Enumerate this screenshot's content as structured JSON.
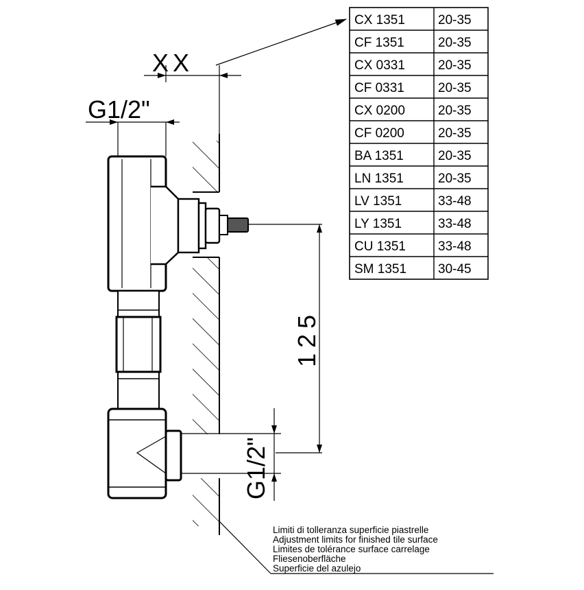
{
  "dimensions": {
    "top_thread": "G1/2\"",
    "xx": "XX",
    "height": "125",
    "bottom_thread": "G1/2\""
  },
  "table": {
    "rows": [
      {
        "model": "CX 1351",
        "range": "20-35"
      },
      {
        "model": "CF 1351",
        "range": "20-35"
      },
      {
        "model": "CX 0331",
        "range": "20-35"
      },
      {
        "model": "CF 0331",
        "range": "20-35"
      },
      {
        "model": "CX 0200",
        "range": "20-35"
      },
      {
        "model": "CF 0200",
        "range": "20-35"
      },
      {
        "model": "BA 1351",
        "range": "20-35"
      },
      {
        "model": "LN 1351",
        "range": "20-35"
      },
      {
        "model": "LV 1351",
        "range": "33-48"
      },
      {
        "model": "LY 1351",
        "range": "33-48"
      },
      {
        "model": "CU 1351",
        "range": "33-48"
      },
      {
        "model": "SM 1351",
        "range": "30-45"
      }
    ]
  },
  "note": {
    "lines": [
      "Limiti di tolleranza superficie piastrelle",
      "Adjustment limits for finished tile surface",
      "Limites de tolérance surface carrelage",
      "Fliesenoberfläche",
      "Superficie del azulejo"
    ]
  }
}
